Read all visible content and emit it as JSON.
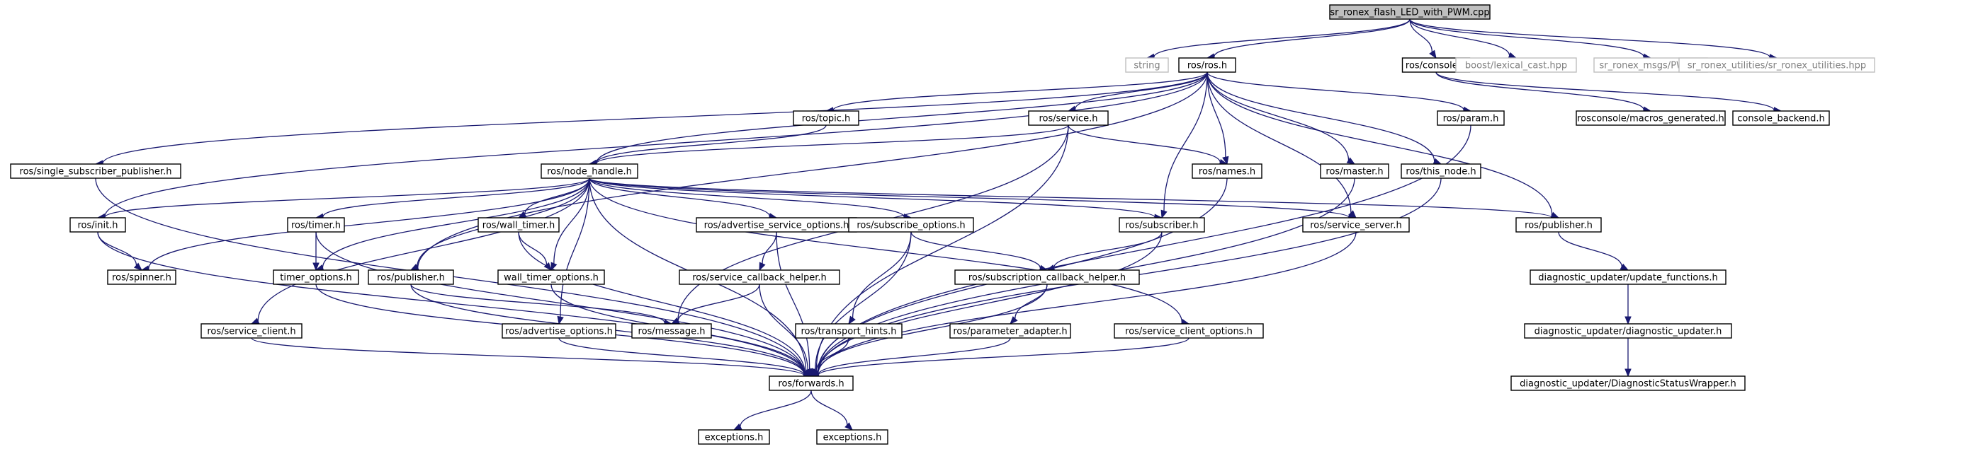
{
  "nodes": [
    {
      "id": "root",
      "label": "sr_ronex_flash_LED_with_PWM.cpp",
      "kind": "root"
    },
    {
      "id": "string",
      "label": "string",
      "kind": "external"
    },
    {
      "id": "ros_h",
      "label": "ros/ros.h",
      "kind": "local"
    },
    {
      "id": "console_h",
      "label": "ros/console.h",
      "kind": "local"
    },
    {
      "id": "lexical_cast",
      "label": "boost/lexical_cast.hpp",
      "kind": "external"
    },
    {
      "id": "pwm_h",
      "label": "sr_ronex_msgs/PWM.h",
      "kind": "external"
    },
    {
      "id": "utilities",
      "label": "sr_ronex_utilities/sr_ronex_utilities.hpp",
      "kind": "external"
    },
    {
      "id": "topic_h",
      "label": "ros/topic.h",
      "kind": "local"
    },
    {
      "id": "service_h",
      "label": "ros/service.h",
      "kind": "local"
    },
    {
      "id": "param_h",
      "label": "ros/param.h",
      "kind": "local"
    },
    {
      "id": "macros_generated",
      "label": "rosconsole/macros_generated.h",
      "kind": "local"
    },
    {
      "id": "console_backend",
      "label": "console_backend.h",
      "kind": "local"
    },
    {
      "id": "single_sub_pub",
      "label": "ros/single_subscriber_publisher.h",
      "kind": "local"
    },
    {
      "id": "node_handle",
      "label": "ros/node_handle.h",
      "kind": "local"
    },
    {
      "id": "names_h",
      "label": "ros/names.h",
      "kind": "local"
    },
    {
      "id": "master_h",
      "label": "ros/master.h",
      "kind": "local"
    },
    {
      "id": "this_node",
      "label": "ros/this_node.h",
      "kind": "local"
    },
    {
      "id": "init_h",
      "label": "ros/init.h",
      "kind": "local"
    },
    {
      "id": "timer_h",
      "label": "ros/timer.h",
      "kind": "local"
    },
    {
      "id": "wall_timer",
      "label": "ros/wall_timer.h",
      "kind": "local"
    },
    {
      "id": "adv_srv_opts",
      "label": "ros/advertise_service_options.h",
      "kind": "local"
    },
    {
      "id": "sub_opts",
      "label": "ros/subscribe_options.h",
      "kind": "local"
    },
    {
      "id": "subscriber_h",
      "label": "ros/subscriber.h",
      "kind": "local"
    },
    {
      "id": "service_server",
      "label": "ros/service_server.h",
      "kind": "local"
    },
    {
      "id": "publisher_r",
      "label": "ros/publisher.h",
      "kind": "local"
    },
    {
      "id": "spinner",
      "label": "ros/spinner.h",
      "kind": "local"
    },
    {
      "id": "timer_options",
      "label": "timer_options.h",
      "kind": "local"
    },
    {
      "id": "publisher_l",
      "label": "ros/publisher.h",
      "kind": "local"
    },
    {
      "id": "wall_timer_opts",
      "label": "wall_timer_options.h",
      "kind": "local"
    },
    {
      "id": "srv_cb_helper",
      "label": "ros/service_callback_helper.h",
      "kind": "local"
    },
    {
      "id": "sub_cb_helper",
      "label": "ros/subscription_callback_helper.h",
      "kind": "local"
    },
    {
      "id": "update_functions",
      "label": "diagnostic_updater/update_functions.h",
      "kind": "local"
    },
    {
      "id": "service_client",
      "label": "ros/service_client.h",
      "kind": "local"
    },
    {
      "id": "adv_opts",
      "label": "ros/advertise_options.h",
      "kind": "local"
    },
    {
      "id": "message_h",
      "label": "ros/message.h",
      "kind": "local"
    },
    {
      "id": "transport_hints",
      "label": "ros/transport_hints.h",
      "kind": "local"
    },
    {
      "id": "param_adapter",
      "label": "ros/parameter_adapter.h",
      "kind": "local"
    },
    {
      "id": "srv_client_opts",
      "label": "ros/service_client_options.h",
      "kind": "local"
    },
    {
      "id": "diag_updater",
      "label": "diagnostic_updater/diagnostic_updater.h",
      "kind": "local"
    },
    {
      "id": "forwards",
      "label": "ros/forwards.h",
      "kind": "local"
    },
    {
      "id": "diag_status",
      "label": "diagnostic_updater/DiagnosticStatusWrapper.h",
      "kind": "local"
    },
    {
      "id": "exceptions_l",
      "label": "exceptions.h",
      "kind": "local"
    },
    {
      "id": "exceptions_r",
      "label": "exceptions.h",
      "kind": "local"
    }
  ],
  "edges": [
    [
      "root",
      "string"
    ],
    [
      "root",
      "ros_h"
    ],
    [
      "root",
      "console_h"
    ],
    [
      "root",
      "lexical_cast"
    ],
    [
      "root",
      "pwm_h"
    ],
    [
      "root",
      "utilities"
    ],
    [
      "ros_h",
      "single_sub_pub"
    ],
    [
      "ros_h",
      "node_handle"
    ],
    [
      "ros_h",
      "topic_h"
    ],
    [
      "ros_h",
      "service_h"
    ],
    [
      "ros_h",
      "param_h"
    ],
    [
      "ros_h",
      "names_h"
    ],
    [
      "ros_h",
      "master_h"
    ],
    [
      "ros_h",
      "this_node"
    ],
    [
      "ros_h",
      "init_h"
    ],
    [
      "ros_h",
      "subscriber_h"
    ],
    [
      "ros_h",
      "service_server"
    ],
    [
      "ros_h",
      "publisher_r"
    ],
    [
      "ros_h",
      "publisher_l"
    ],
    [
      "console_h",
      "macros_generated"
    ],
    [
      "console_h",
      "console_backend"
    ],
    [
      "topic_h",
      "node_handle"
    ],
    [
      "service_h",
      "node_handle"
    ],
    [
      "service_h",
      "names_h"
    ],
    [
      "service_h",
      "message_h"
    ],
    [
      "service_h",
      "forwards"
    ],
    [
      "param_h",
      "forwards"
    ],
    [
      "names_h",
      "forwards"
    ],
    [
      "master_h",
      "forwards"
    ],
    [
      "this_node",
      "forwards"
    ],
    [
      "single_sub_pub",
      "forwards"
    ],
    [
      "node_handle",
      "init_h"
    ],
    [
      "node_handle",
      "spinner"
    ],
    [
      "node_handle",
      "timer_h"
    ],
    [
      "node_handle",
      "timer_options"
    ],
    [
      "node_handle",
      "publisher_l"
    ],
    [
      "node_handle",
      "wall_timer"
    ],
    [
      "node_handle",
      "wall_timer_opts"
    ],
    [
      "node_handle",
      "adv_srv_opts"
    ],
    [
      "node_handle",
      "sub_opts"
    ],
    [
      "node_handle",
      "subscriber_h"
    ],
    [
      "node_handle",
      "service_server"
    ],
    [
      "node_handle",
      "publisher_r"
    ],
    [
      "node_handle",
      "service_client"
    ],
    [
      "node_handle",
      "adv_opts"
    ],
    [
      "node_handle",
      "srv_client_opts"
    ],
    [
      "node_handle",
      "forwards"
    ],
    [
      "init_h",
      "spinner"
    ],
    [
      "init_h",
      "forwards"
    ],
    [
      "timer_h",
      "timer_options"
    ],
    [
      "timer_h",
      "forwards"
    ],
    [
      "wall_timer",
      "wall_timer_opts"
    ],
    [
      "wall_timer",
      "forwards"
    ],
    [
      "timer_options",
      "forwards"
    ],
    [
      "wall_timer_opts",
      "forwards"
    ],
    [
      "publisher_l",
      "message_h"
    ],
    [
      "publisher_l",
      "forwards"
    ],
    [
      "adv_srv_opts",
      "srv_cb_helper"
    ],
    [
      "adv_srv_opts",
      "forwards"
    ],
    [
      "srv_cb_helper",
      "message_h"
    ],
    [
      "srv_cb_helper",
      "forwards"
    ],
    [
      "sub_opts",
      "transport_hints"
    ],
    [
      "sub_opts",
      "sub_cb_helper"
    ],
    [
      "sub_opts",
      "forwards"
    ],
    [
      "subscriber_h",
      "sub_cb_helper"
    ],
    [
      "subscriber_h",
      "forwards"
    ],
    [
      "sub_cb_helper",
      "param_adapter"
    ],
    [
      "sub_cb_helper",
      "forwards"
    ],
    [
      "service_server",
      "forwards"
    ],
    [
      "service_client",
      "forwards"
    ],
    [
      "adv_opts",
      "forwards"
    ],
    [
      "transport_hints",
      "forwards"
    ],
    [
      "param_adapter",
      "forwards"
    ],
    [
      "srv_client_opts",
      "forwards"
    ],
    [
      "publisher_r",
      "update_functions"
    ],
    [
      "update_functions",
      "diag_updater"
    ],
    [
      "diag_updater",
      "diag_status"
    ],
    [
      "forwards",
      "exceptions_l"
    ],
    [
      "forwards",
      "exceptions_r"
    ]
  ],
  "colors": {
    "edge": "#191970",
    "root_fill": "#bfbfbf",
    "node_border": "#000000",
    "external_border": "#bfbfbf",
    "external_text": "#808080"
  }
}
